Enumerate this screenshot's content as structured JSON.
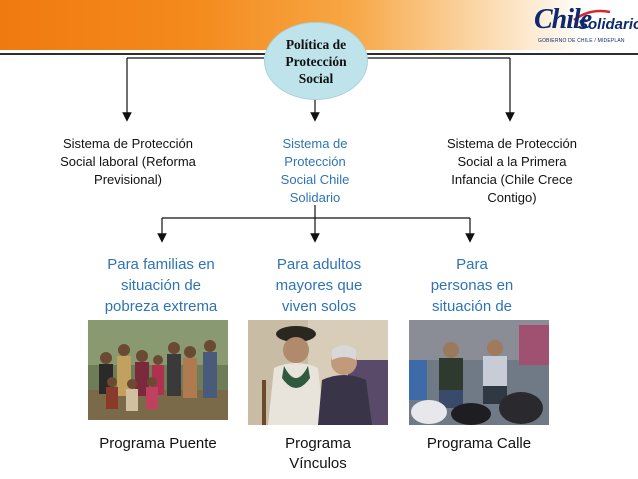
{
  "logo": {
    "primary": "Chile",
    "secondary": "Solidario",
    "tagline": "GOBIERNO DE CHILE / MIDEPLAN"
  },
  "root": {
    "label": "Política de Protección Social"
  },
  "systems": [
    {
      "label": "Sistema de Protección Social laboral (Reforma Previsional)"
    },
    {
      "label": "Sistema de Protección Social Chile Solidario"
    },
    {
      "label": "Sistema de Protección Social a la Primera Infancia (Chile Crece Contigo)"
    }
  ],
  "programs": [
    {
      "target": "Para familias en situación de pobreza extrema",
      "name": "Programa Puente",
      "photo": "family-photo"
    },
    {
      "target": "Para adultos mayores que viven solos",
      "name": "Programa Vínculos",
      "photo": "elderly-couple-photo"
    },
    {
      "target": "Para personas en situación de calle",
      "name": "Programa Calle",
      "photo": "street-people-photo"
    }
  ],
  "colors": {
    "header_orange": "#f07a10",
    "root_fill": "#bfe3ea",
    "accent_blue": "#2e74b5",
    "logo_navy": "#0d2a6e"
  }
}
